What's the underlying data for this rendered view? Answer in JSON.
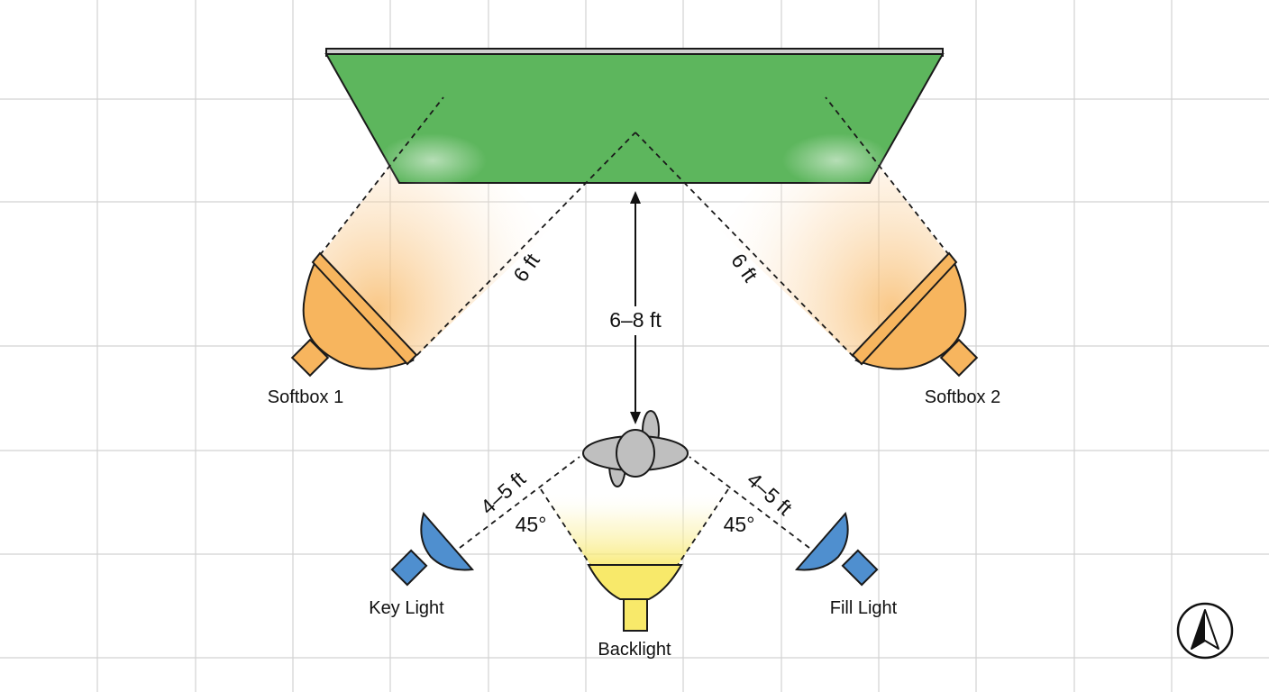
{
  "labels": {
    "softbox_left": "Softbox 1",
    "softbox_right": "Softbox 2",
    "key_light": "Key Light",
    "fill_light": "Fill Light",
    "backlight": "Backlight"
  },
  "dimensions": {
    "softbox_left_distance": "6 ft",
    "softbox_right_distance": "6 ft",
    "subject_to_screen": "6–8 ft",
    "key_light_distance": "4–5 ft",
    "fill_light_distance": "4–5 ft",
    "key_angle": "45°",
    "fill_angle": "45°"
  },
  "icons": {
    "compass": "north-arrow-icon"
  },
  "colors": {
    "green_screen": "#5db65d",
    "softbox": "#f7b55e",
    "key_fill_light": "#4f8fcf",
    "backlight": "#f8e96a",
    "subject": "#bfbfbf",
    "grid": "#d2d2d2"
  }
}
